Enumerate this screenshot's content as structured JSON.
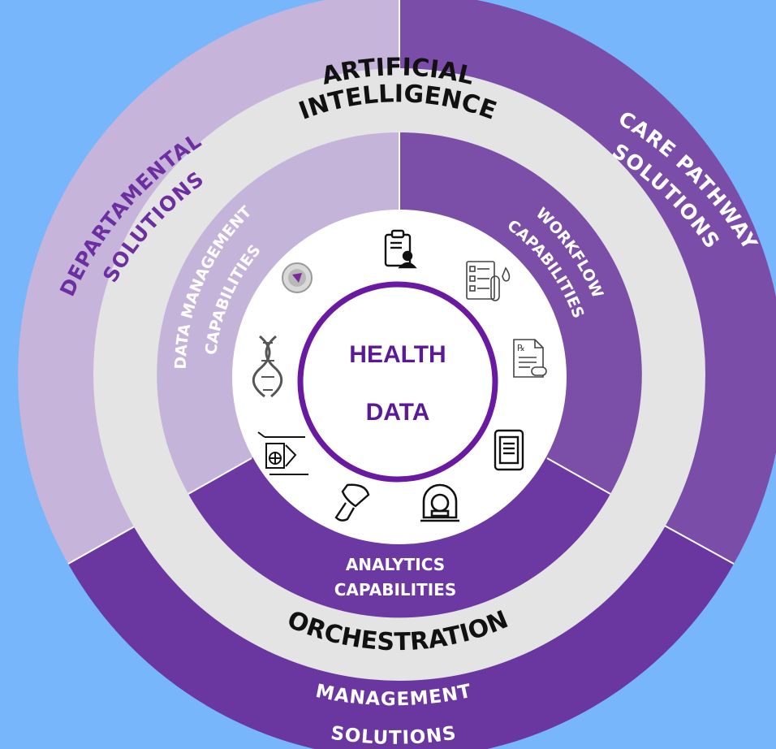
{
  "colors": {
    "background": "#77b6fb",
    "outer_light": "#c6b4db",
    "outer_dark": "#7a4ea8",
    "outer_bottom": "#6a36a0",
    "mid_ring": "#e4e4e4",
    "inner_light": "#c5b4da",
    "inner_dark": "#7b4fa8",
    "inner_bottom": "#6c38a1",
    "core": "#ffffff",
    "core_ring": "#6a1aa0",
    "core_text": "#5a1a96",
    "label_light": "#6c2fa0",
    "label_dark": "#ffffff",
    "label_ring": "#111111"
  },
  "segments": {
    "departmental": {
      "line1": "DEPARTAMENTAL",
      "line2": "SOLUTIONS"
    },
    "care_pathway": {
      "line1": "CARE PATHWAY",
      "line2": "SOLUTIONS"
    },
    "management": {
      "line1": "MANAGEMENT",
      "line2": "SOLUTIONS"
    }
  },
  "ring": {
    "ai_line1": "ARTIFICIAL",
    "ai_line2": "INTELLIGENCE",
    "orchestration": "ORCHESTRATION"
  },
  "capabilities": {
    "data_management": {
      "line1": "DATA MANAGEMENT",
      "line2": "CAPABILITIES"
    },
    "workflow": {
      "line1": "WORKFLOW",
      "line2": "CAPABILITIES"
    },
    "analytics": {
      "line1": "ANALYTICS",
      "line2": "CAPABILITIES"
    }
  },
  "core": {
    "line1": "HEALTH",
    "line2": "DATA"
  },
  "icons": [
    "clipboard-patient-icon",
    "lab-test-icon",
    "prescription-icon",
    "tablet-report-icon",
    "mri-scanner-icon",
    "ultrasound-probe-icon",
    "radiotherapy-icon",
    "dna-icon",
    "pathology-cell-icon"
  ]
}
